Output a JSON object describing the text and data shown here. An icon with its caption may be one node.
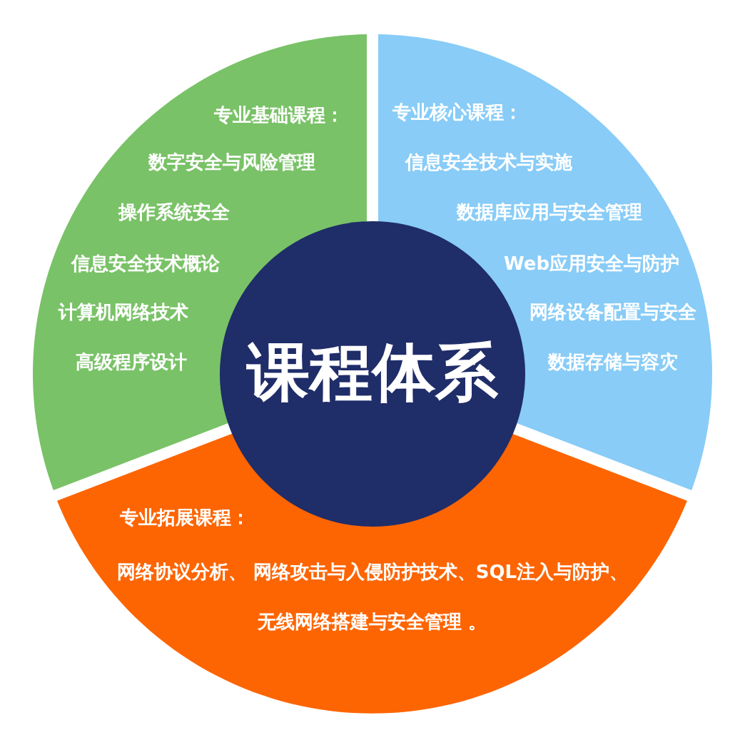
{
  "diagram": {
    "nodes": [
      {
        "text": [
          "专业基础课程：",
          "数字安全与风险管理",
          "操作系统安全",
          "信息安全技术概论",
          "计算机网络技术",
          "高级程序设计"
        ]
      },
      {
        "text": [
          "专业核心课程：",
          "信息安全技术与实施",
          "数据库应用与安全管理",
          "Web应用安全与防护",
          "网络设备配置与安全",
          "数据存储与容灾"
        ]
      },
      {
        "text": [
          "课程体系"
        ]
      },
      {
        "text": [
          "专业拓展课程：",
          "网络协议分析、 网络攻击与入侵防护技术、SQL注入与防护、无线网络搭建与安全管理 。"
        ]
      }
    ]
  }
}
